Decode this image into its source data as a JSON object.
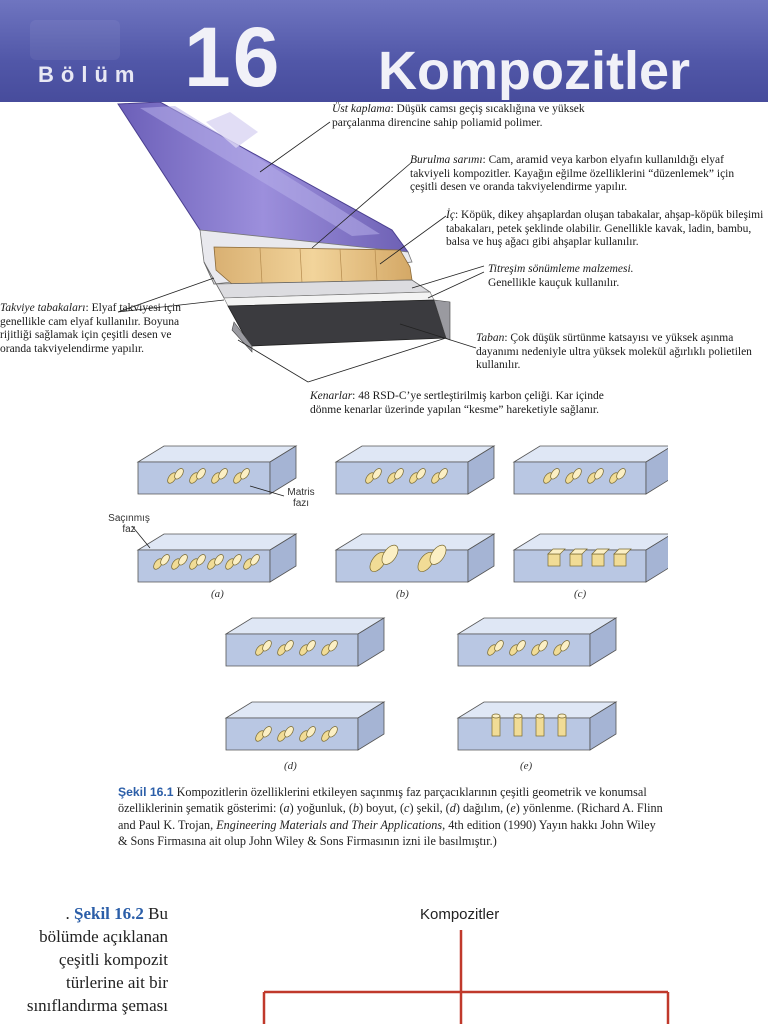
{
  "header": {
    "chapter_word": "Bölüm",
    "chapter_number": "16",
    "chapter_title": "Kompozitler"
  },
  "figure_ski": {
    "annotations": {
      "ust_kaplama": {
        "lead": "Üst kaplama",
        "text": ": Düşük camsı geçiş sıcaklığına ve yüksek parçalanma direncine sahip poliamid polimer."
      },
      "burulma": {
        "lead": "Burulma sarımı",
        "text": ": Cam, aramid veya karbon elyafın kullanıldığı elyaf takviyeli kompozitler. Kayağın eğilme özelliklerini “düzenlemek” için çeşitli desen ve oranda takviyelendirme yapılır."
      },
      "ic": {
        "lead": "İç",
        "text": ": Köpük, dikey ahşaplardan oluşan tabakalar, ahşap-köpük bileşimi tabakaları, petek şeklinde olabilir. Genellikle kavak, ladin, bambu, balsa ve huş ağacı gibi ahşaplar kullanılır."
      },
      "titresim": {
        "lead": "Titreşim sönümleme malzemesi.",
        "text": " Genellikle kauçuk kullanılır."
      },
      "takviye": {
        "lead": "Takviye tabakaları",
        "text": ": Elyaf takviyesi için genellikle cam elyaf kullanılır. Boyuna rijitliği sağlamak için çeşitli desen ve oranda takviyelendirme yapılır."
      },
      "taban": {
        "lead": "Taban",
        "text": ": Çok düşük sürtünme katsayısı ve yüksek aşınma dayanımı nedeniyle ultra yüksek molekül ağırlıklı polietilen kullanılır."
      },
      "kenarlar": {
        "lead": "Kenarlar",
        "text": ": 48 RSD-C’ye sertleştirilmiş karbon çeliği. Kar içinde dönme kenarlar üzerinde yapılan “kesme” hareketiyle sağlanır."
      }
    }
  },
  "figure_16_1": {
    "labels": {
      "matrix_phase": "Matris fazı",
      "dispersed_phase": "Saçınmış faz"
    },
    "panels": [
      "(a)",
      "(b)",
      "(c)",
      "(d)",
      "(e)"
    ],
    "caption": {
      "id": "Şekil 16.1",
      "text_1": " Kompozitlerin özelliklerini etkileyen saçınmış faz parçacıklarının çeşitli geometrik ve konumsal özelliklerinin şematik gösterimi: (",
      "a": "a",
      "a_t": ") yoğunluk, (",
      "b": "b",
      "b_t": ") boyut, (",
      "c": "c",
      "c_t": ") şekil, (",
      "d": "d",
      "d_t": ") dağılım, (",
      "e": "e",
      "e_t": ") yönlenme. (Richard A. Flinn and Paul K. Trojan, ",
      "book": "Engineering Materials and Their Applications",
      "text_2": ", 4th edition (1990) Yayın hakkı John Wiley & Sons Firmasına ait olup John Wiley & Sons Firmasının izni ile basılmıştır.)"
    }
  },
  "figure_16_2": {
    "dot": ".",
    "id": "Şekil 16.2",
    "side_text": " Bu bölümde açıklanan çeşitli kompozit türlerine ait bir sınıflandırma şeması",
    "org_title": "Kompozitler"
  },
  "colors": {
    "banner": "#5157a8",
    "caption_blue": "#2b5ea8",
    "slab_top": "#dfe7f5",
    "slab_side": "#b9c7e3",
    "particle": "#f1dc96",
    "org_line": "#c0392b"
  }
}
